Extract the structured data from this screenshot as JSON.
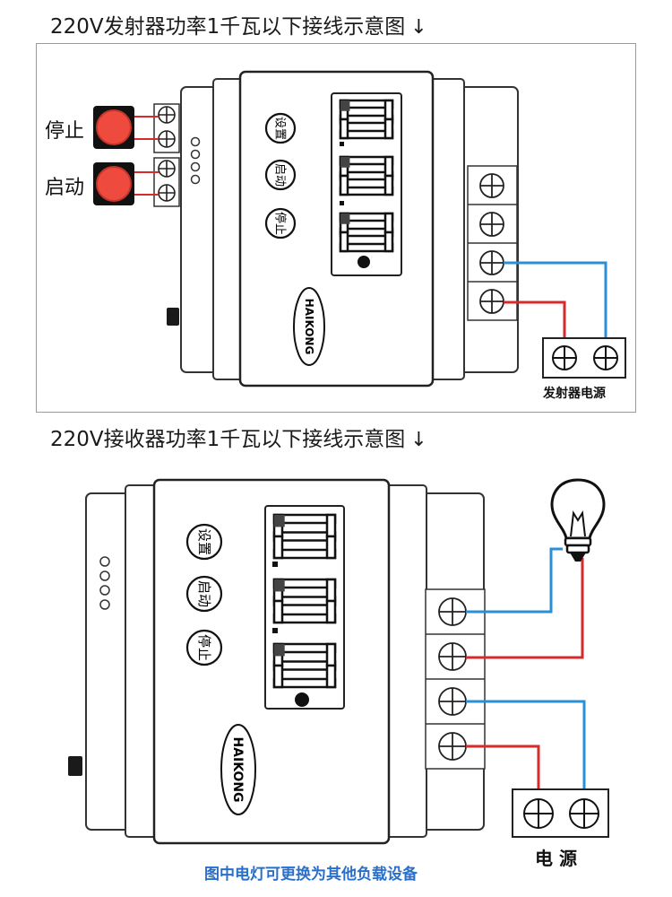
{
  "transmitter": {
    "heading": "220V发射器功率1千瓦以下接线示意图",
    "heading_arrow": "↓",
    "stop_label": "停止",
    "start_label": "启动",
    "panel_buttons": [
      "设置",
      "启动",
      "停止"
    ],
    "brand": "HAIKONG",
    "power_label": "发射器电源",
    "display_digits": "88.8",
    "wire_colors": {
      "blue": "#2a8fd6",
      "red": "#d52b2b"
    }
  },
  "receiver": {
    "heading": "220V接收器功率1千瓦以下接线示意图",
    "heading_arrow": "↓",
    "panel_buttons": [
      "设置",
      "启动",
      "停止"
    ],
    "brand": "HAIKONG",
    "power_label": "电 源",
    "note": "图中电灯可更换为其他负载设备",
    "load_icon": "light-bulb-icon"
  },
  "colors": {
    "button_red": "#ee4a3e",
    "wire_blue": "#2a8fd6",
    "wire_red": "#d52b2b",
    "note_blue": "#2a6fc9"
  }
}
